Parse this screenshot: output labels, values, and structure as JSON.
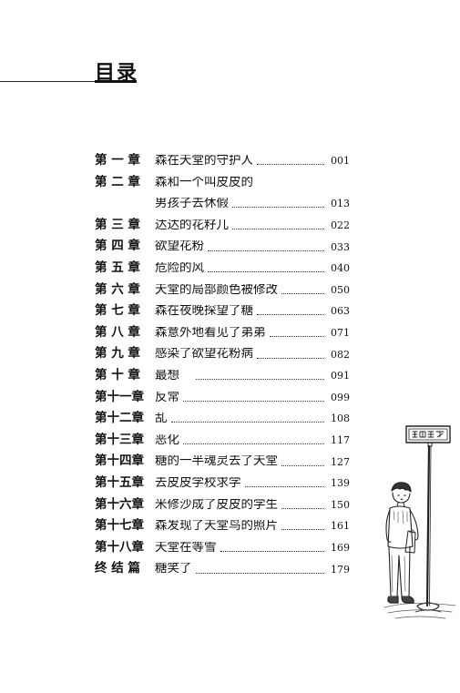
{
  "page_title": "目录",
  "toc": [
    {
      "chapter": "第 一 章",
      "title": "森在天堂的守护人",
      "page": "001"
    },
    {
      "chapter": "第 二 章",
      "title": "森和一个叫皮皮的",
      "page": ""
    },
    {
      "chapter": "",
      "title": "男孩子去休假",
      "page": "013"
    },
    {
      "chapter": "第 三 章",
      "title": "达达的花籽儿",
      "page": "022"
    },
    {
      "chapter": "第 四 章",
      "title": "欲望花粉",
      "page": "033"
    },
    {
      "chapter": "第 五 章",
      "title": "危险的风",
      "page": "040"
    },
    {
      "chapter": "第 六 章",
      "title": "天堂的局部颜色被修改",
      "page": "050"
    },
    {
      "chapter": "第 七 章",
      "title": "森在夜晚探望了糖",
      "page": "063"
    },
    {
      "chapter": "第 八 章",
      "title": "森意外地看见了弟弟",
      "page": "071"
    },
    {
      "chapter": "第 九 章",
      "title": "感染了欲望花粉病",
      "page": "082"
    },
    {
      "chapter": "第 十 章",
      "title": "最想",
      "page": "091"
    },
    {
      "chapter": "第十一章",
      "title": "反常",
      "page": "099"
    },
    {
      "chapter": "第十二章",
      "title": "乱",
      "page": "108"
    },
    {
      "chapter": "第十三章",
      "title": "恶化",
      "page": "117"
    },
    {
      "chapter": "第十四章",
      "title": "糖的一半魂灵去了天堂",
      "page": "127"
    },
    {
      "chapter": "第十五章",
      "title": "去皮皮学校求学",
      "page": "139"
    },
    {
      "chapter": "第十六章",
      "title": "米修沙成了皮皮的学生",
      "page": "150"
    },
    {
      "chapter": "第十七章",
      "title": "森发现了天堂鸟的照片",
      "page": "161"
    },
    {
      "chapter": "第十八章",
      "title": "天堂在等雪",
      "page": "169"
    },
    {
      "chapter": "终 结 篇",
      "title": "糖笑了",
      "page": "179"
    }
  ],
  "illustration": {
    "icon": "boy-at-bus-stop-illustration"
  }
}
